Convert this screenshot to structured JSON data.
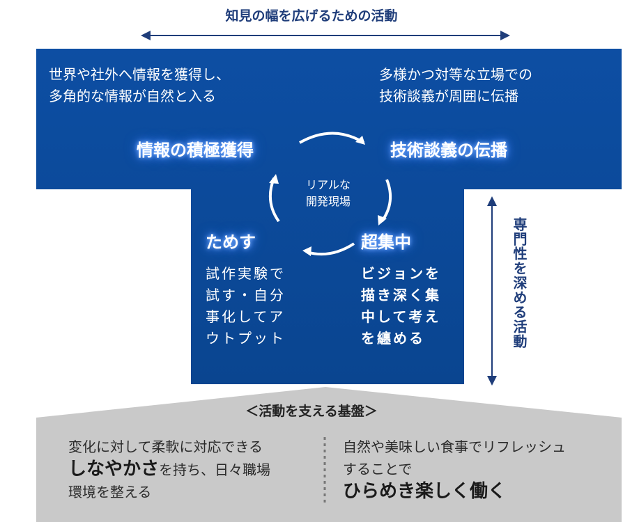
{
  "header": {
    "title": "知見の幅を広げるための活動"
  },
  "top_left": {
    "line1": "世界や社外へ情報を獲得し、",
    "line2": "多角的な情報が自然と入る"
  },
  "top_right": {
    "line1": "多様かつ対等な立場での",
    "line2": "技術談義が周囲に伝播"
  },
  "cycle": {
    "node_tl": "情報の積極獲得",
    "node_tr": "技術談義の伝播",
    "node_bl": "ためす",
    "node_br": "超集中",
    "center_line1": "リアルな",
    "center_line2": "開発現場"
  },
  "bottom_left": {
    "line1": "試作実験で",
    "line2": "試す・自分",
    "line3": "事化してア",
    "line4": "ウトプット"
  },
  "bottom_right": {
    "line1": "ビジョンを",
    "line2": "描き深く集",
    "line3": "中して考え",
    "line4": "を纏める"
  },
  "vertical_label": "専門性を深める活動",
  "foundation": {
    "title": "＜活動を支える基盤＞",
    "left_line1": "変化に対して柔軟に対応できる",
    "left_bold": "しなやかさ",
    "left_after_bold": "を持ち、日々職場",
    "left_line3": "環境を整える",
    "right_line1": "自然や美味しい食事でリフレッシュ",
    "right_line2": "することで",
    "right_bold": "ひらめき楽しく働く"
  },
  "colors": {
    "primary_blue": "#0b4a9a",
    "title_blue": "#1f3d7a",
    "foundation_gray": "#c9c9c9"
  }
}
